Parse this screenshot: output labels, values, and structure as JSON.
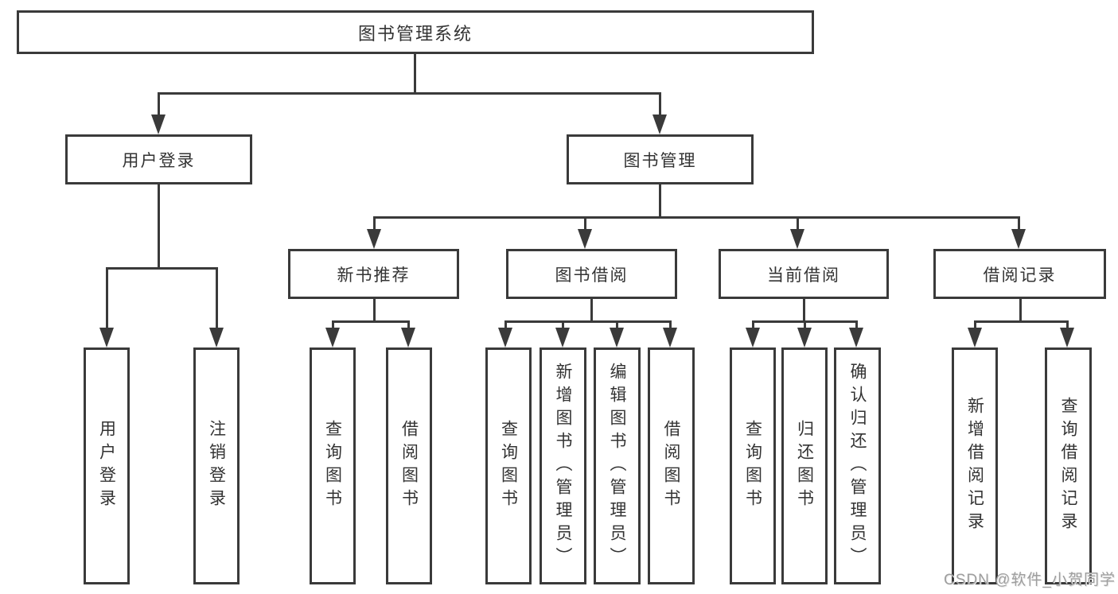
{
  "diagram": {
    "title": "图书管理系统",
    "tree": {
      "label": "图书管理系统",
      "children": [
        {
          "label": "用户登录",
          "children": [
            {
              "label": "用户登录"
            },
            {
              "label": "注销登录"
            }
          ]
        },
        {
          "label": "图书管理",
          "children": [
            {
              "label": "新书推荐",
              "children": [
                {
                  "label": "查询图书"
                },
                {
                  "label": "借阅图书"
                }
              ]
            },
            {
              "label": "图书借阅",
              "children": [
                {
                  "label": "查询图书"
                },
                {
                  "label": "新增图书（管理员）"
                },
                {
                  "label": "编辑图书（管理员）"
                },
                {
                  "label": "借阅图书"
                }
              ]
            },
            {
              "label": "当前借阅",
              "children": [
                {
                  "label": "查询图书"
                },
                {
                  "label": "归还图书"
                },
                {
                  "label": "确认归还（管理员）"
                }
              ]
            },
            {
              "label": "借阅记录",
              "children": [
                {
                  "label": "新增借阅记录"
                },
                {
                  "label": "查询借阅记录"
                }
              ]
            }
          ]
        }
      ]
    },
    "watermark": "CSDN @软件_小贺同学",
    "colors": {
      "line": "#3a3a3a",
      "text": "#333333",
      "watermark": "#9e9e9e",
      "background": "#ffffff"
    }
  }
}
